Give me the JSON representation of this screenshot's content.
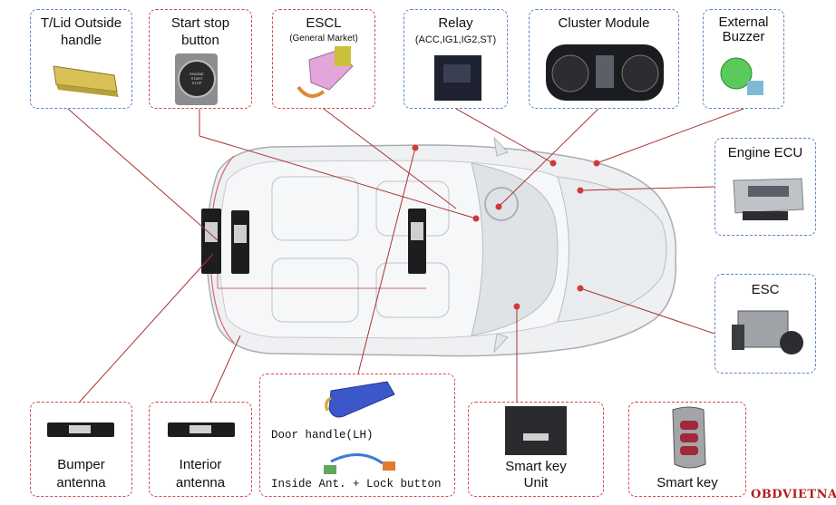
{
  "components": {
    "tlid": {
      "line1": "T/Lid Outside",
      "line2": "handle"
    },
    "startstop": {
      "line1": "Start stop",
      "line2": "button",
      "button_text": "ENGINE START STOP"
    },
    "escl": {
      "title": "ESCL",
      "sub": "(General Market)"
    },
    "relay": {
      "title": "Relay",
      "sub": "(ACC,IG1,IG2,ST)"
    },
    "cluster": {
      "title": "Cluster Module"
    },
    "buzzer": {
      "line1": "External",
      "line2": "Buzzer"
    },
    "ecu": {
      "title": "Engine ECU"
    },
    "esc": {
      "title": "ESC"
    },
    "bumper": {
      "line1": "Bumper",
      "line2": "antenna"
    },
    "interior": {
      "line1": "Interior",
      "line2": "antenna"
    },
    "doorhandle": {
      "label1": "Door handle(LH)",
      "label2": "Inside Ant. + Lock button"
    },
    "smartkeyunit": {
      "line1": "Smart key",
      "line2": "Unit"
    },
    "smartkey": {
      "title": "Smart key"
    }
  },
  "watermark": "OBDVIETNAM",
  "colors": {
    "blue_border": "#5b88c4",
    "red_border": "#d24a4a",
    "leader_line": "#a33",
    "dot": "#d03a3a"
  }
}
